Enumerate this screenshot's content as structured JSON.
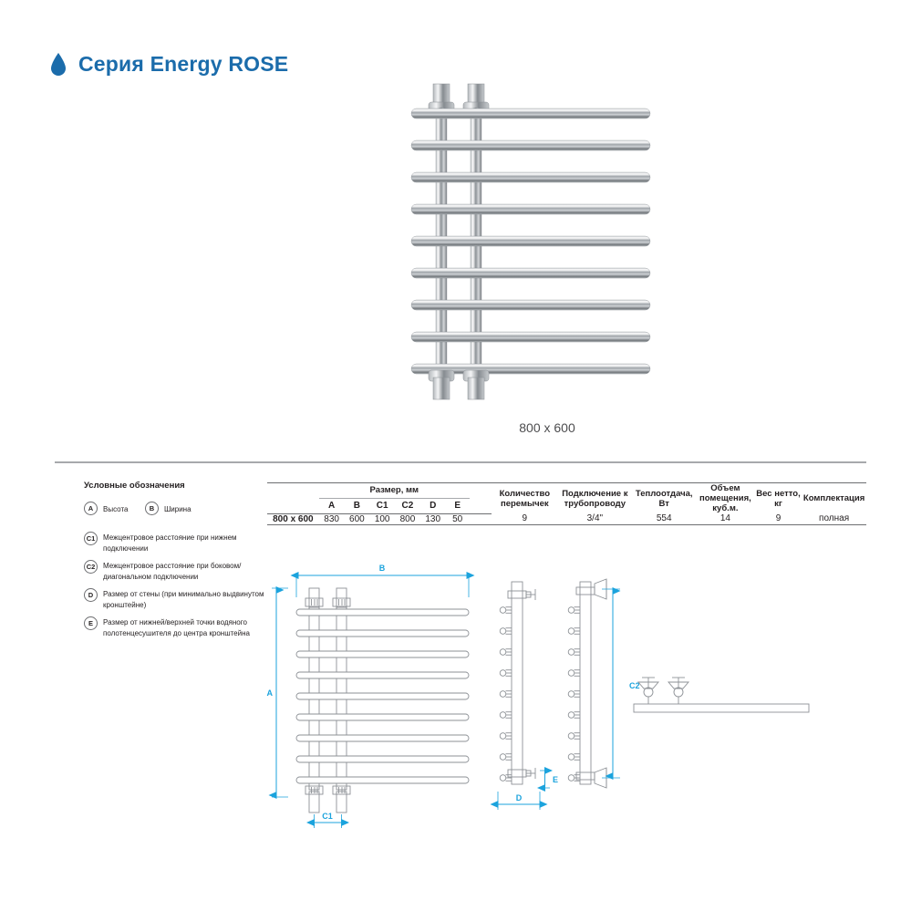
{
  "header": {
    "icon": "water-drop-icon",
    "title": "Серия Energy ROSE",
    "brand_color": "#1b6cab"
  },
  "hero": {
    "alt": "Полотенцесушитель Energy ROSE",
    "caption": "800 x 600"
  },
  "legend": {
    "title": "Условные обозначения",
    "items": [
      {
        "badge": "A",
        "text": "Высота"
      },
      {
        "badge": "B",
        "text": "Ширина"
      },
      {
        "badge": "C1",
        "text": "Межцентровое расстояние при нижнем подключении"
      },
      {
        "badge": "C2",
        "text": "Межцентровое расстояние при боковом/диагональном подключении"
      },
      {
        "badge": "D",
        "text": "Размер от стены (при минимально выдвинутом кронштейне)"
      },
      {
        "badge": "E",
        "text": "Размер от нижней/верхней точки водяного полотенцесушителя до центра кронштейна"
      }
    ]
  },
  "table": {
    "group_header": "Размер, мм",
    "size_columns": [
      "A",
      "B",
      "C1",
      "C2",
      "D",
      "E"
    ],
    "other_headers": [
      "Количество перемычек",
      "Подключение к трубопроводу",
      "Теплоотдача, Вт",
      "Объем помещения, куб.м.",
      "Вес нетто, кг",
      "Комплектация"
    ],
    "rows": [
      {
        "model": "800 x 600",
        "A": "830",
        "B": "600",
        "C1": "100",
        "C2": "800",
        "D": "130",
        "E": "50",
        "bridges": "9",
        "connection": "3/4\"",
        "heat_output": "554",
        "room_volume": "14",
        "net_weight": "9",
        "package": "полная"
      }
    ]
  },
  "drawing": {
    "dim_color": "#1ba3dd",
    "line_color": "#8d9196",
    "labels": {
      "width": "B",
      "height": "A",
      "center_bottom": "C1",
      "depth": "D",
      "bracket_offset": "E",
      "center_side": "C2"
    },
    "bar_count": 9
  }
}
